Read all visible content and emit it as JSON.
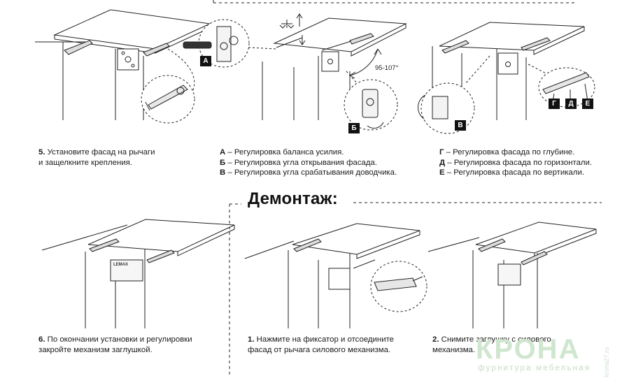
{
  "step5": {
    "num": "5.",
    "line1": " Установите фасад на рычаги",
    "line2": "и защелкните крепления."
  },
  "legend_abv": [
    {
      "key": "А",
      "text": " – Регулировка баланса усилия."
    },
    {
      "key": "Б",
      "text": " – Регулировка угла открывания фасада."
    },
    {
      "key": "В",
      "text": " – Регулировка угла срабатывания доводчика."
    }
  ],
  "legend_gde": [
    {
      "key": "Г",
      "text": " – Регулировка фасада по глубине."
    },
    {
      "key": "Д",
      "text": " – Регулировка фасада по горизонтали."
    },
    {
      "key": "Е",
      "text": " –  Регулировка фасада по вертикали."
    }
  ],
  "tags": {
    "a": "А",
    "b": "Б",
    "v": "В",
    "g": "Г",
    "d": "Д",
    "e": "Е"
  },
  "angle_label": "95-107°",
  "dismantle_title": "Демонтаж:",
  "step6": {
    "num": "6.",
    "line1": " По окончании установки и регулировки",
    "line2": "закройте механизм заглушкой."
  },
  "dstep1": {
    "num": "1.",
    "line1": " Нажмите на фиксатор и отсоедините",
    "line2": "фасад от рычага силового механизма."
  },
  "dstep2": {
    "num": "2.",
    "line1": " Снимите заглушку с силового",
    "line2": "механизма."
  },
  "cover_brand": "LEMAX",
  "watermark": {
    "name": "КРОНА",
    "sub": "фурнитура мебельная",
    "url": "krona27.ru"
  },
  "colors": {
    "ink": "#1a1a1a",
    "watermark": "#cfe6cf"
  }
}
